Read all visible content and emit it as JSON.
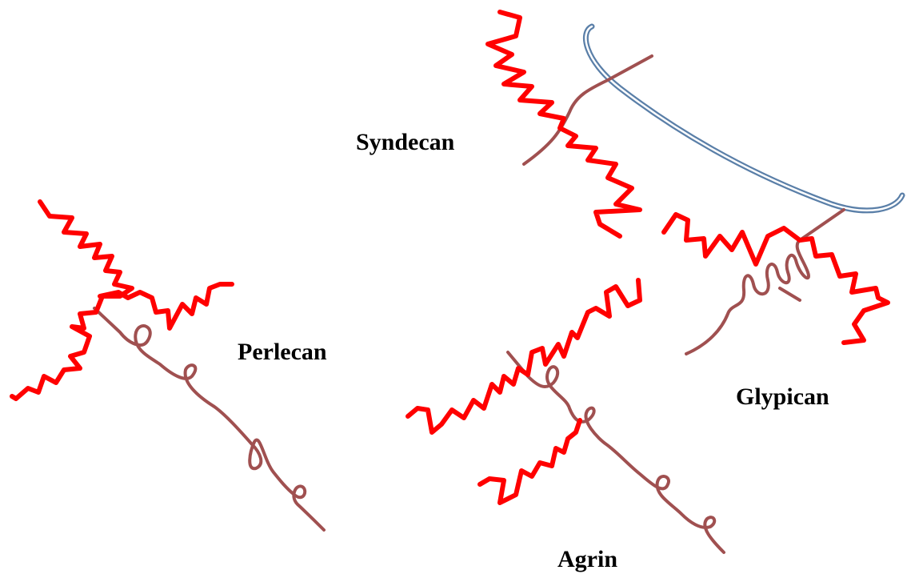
{
  "labels": {
    "syndecan": "Syndecan",
    "perlecan": "Perlecan",
    "glypican": "Glypican",
    "agrin": "Agrin"
  },
  "colors": {
    "gag_chain": "#ff0000",
    "core_protein": "#a05050",
    "membrane_outer": "#5a7fa8",
    "membrane_inner": "#ffffff",
    "text": "#000000"
  }
}
